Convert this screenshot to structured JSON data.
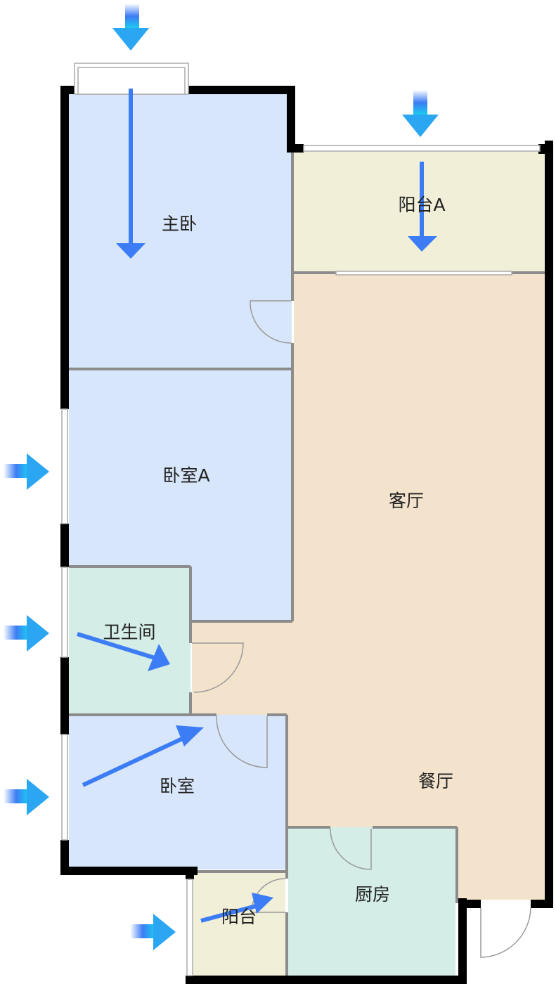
{
  "rooms": {
    "master_bedroom": "主卧",
    "balcony_a": "阳台A",
    "bedroom_a": "卧室A",
    "living_room": "客厅",
    "bathroom": "卫生间",
    "bedroom": "卧室",
    "dining_room": "餐厅",
    "kitchen": "厨房",
    "balcony": "阳台"
  },
  "colors": {
    "bedroom": "#d8e6fb",
    "balcony": "#f2efd9",
    "living": "#f3e2cc",
    "wet": "#d4ede6",
    "arrow": "#3c7cf4",
    "arrow_light": "#19d0f0"
  }
}
